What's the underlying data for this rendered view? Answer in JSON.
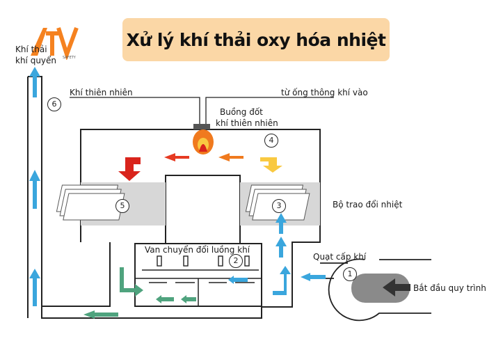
{
  "title": "Xử lý khí thải oxy hóa nhiệt",
  "logo": {
    "text": "ATV",
    "subtext": "SAFETY",
    "colors": {
      "primary": "#f58220",
      "dark": "#5a5a5a"
    }
  },
  "labels": {
    "exhaust_line1": "Khí thải",
    "exhaust_line2": "khí quyển",
    "natural_gas": "Khí thiên nhiên",
    "vent_intake": "từ ống thông khí vào",
    "burner_line1": "Buồng đốt",
    "burner_line2": "khí thiên nhiên",
    "heat_exchanger": "Bộ trao đổi nhiệt",
    "valve": "Van chuyển đổi luồng khí",
    "fan": "Quạt cấp khí",
    "start": "Bắt đầu quy trình"
  },
  "steps": [
    "1",
    "2",
    "3",
    "4",
    "5",
    "6"
  ],
  "colors": {
    "blue": "#3aa6dd",
    "green": "#4fa37e",
    "red": "#d9241c",
    "orange": "#f07a1e",
    "yellow": "#f9c941",
    "grey": "#d7d7d7"
  }
}
